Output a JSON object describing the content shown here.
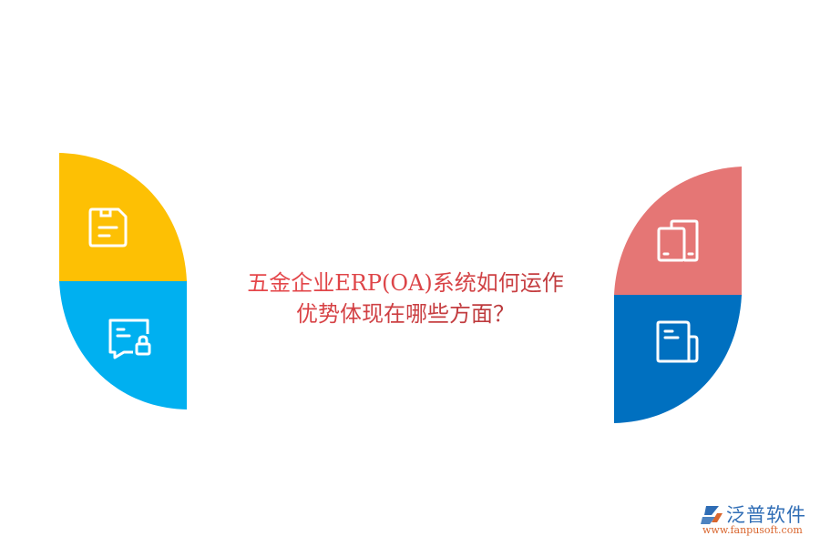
{
  "title": {
    "line1": "五金企业ERP(OA)系统如何运作",
    "line2": "优势体现在哪些方面？",
    "color_start": "#e8464a",
    "color_end": "#a83537"
  },
  "left_shape": {
    "top_color": "#FDC004",
    "bottom_color": "#00B0F0",
    "top_icon": "floppy-disk-icon",
    "bottom_icon": "chat-lock-icon"
  },
  "right_shape": {
    "top_color": "#E57675",
    "bottom_color": "#0070C0",
    "top_icon": "devices-icon",
    "bottom_icon": "document-icon"
  },
  "logo": {
    "name": "泛普软件",
    "url": "www.fanpusoft.com",
    "name_color": "#2f6db5",
    "url_color": "#d9662e"
  }
}
